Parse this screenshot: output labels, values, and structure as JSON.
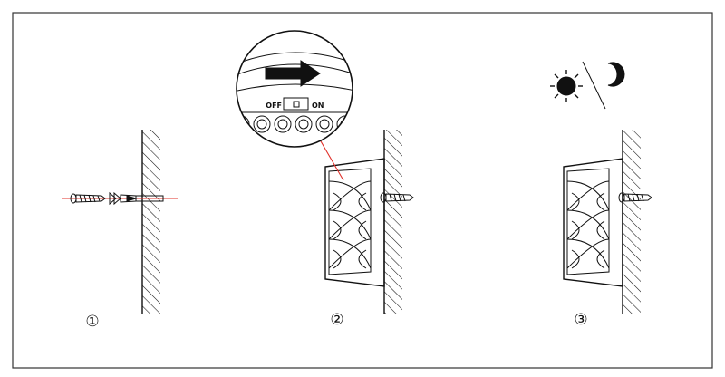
{
  "switch": {
    "off_label": "OFF",
    "on_label": "ON"
  },
  "steps": [
    {
      "number": "①"
    },
    {
      "number": "②"
    },
    {
      "number": "③"
    }
  ],
  "icons": {
    "sun": "sun-icon",
    "moon": "moon-icon",
    "arrow": "arrow-right-icon"
  },
  "colors": {
    "ink": "#111111",
    "guide_line": "#e0302a",
    "background": "#ffffff"
  }
}
